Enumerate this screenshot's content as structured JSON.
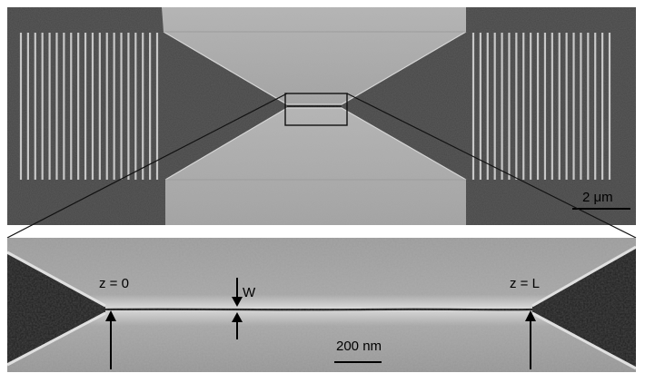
{
  "figure": {
    "overview_panel": {
      "scale_bar_label": "2 μm"
    },
    "zoom_panel": {
      "start_marker_label": "z = 0",
      "end_marker_label": "z = L",
      "width_marker_label": "W",
      "scale_bar_label": "200 nm"
    }
  },
  "colors": {
    "substrate_dark": "#464646",
    "metal_light": "#a9a9a9",
    "gap_black": "#111111"
  }
}
